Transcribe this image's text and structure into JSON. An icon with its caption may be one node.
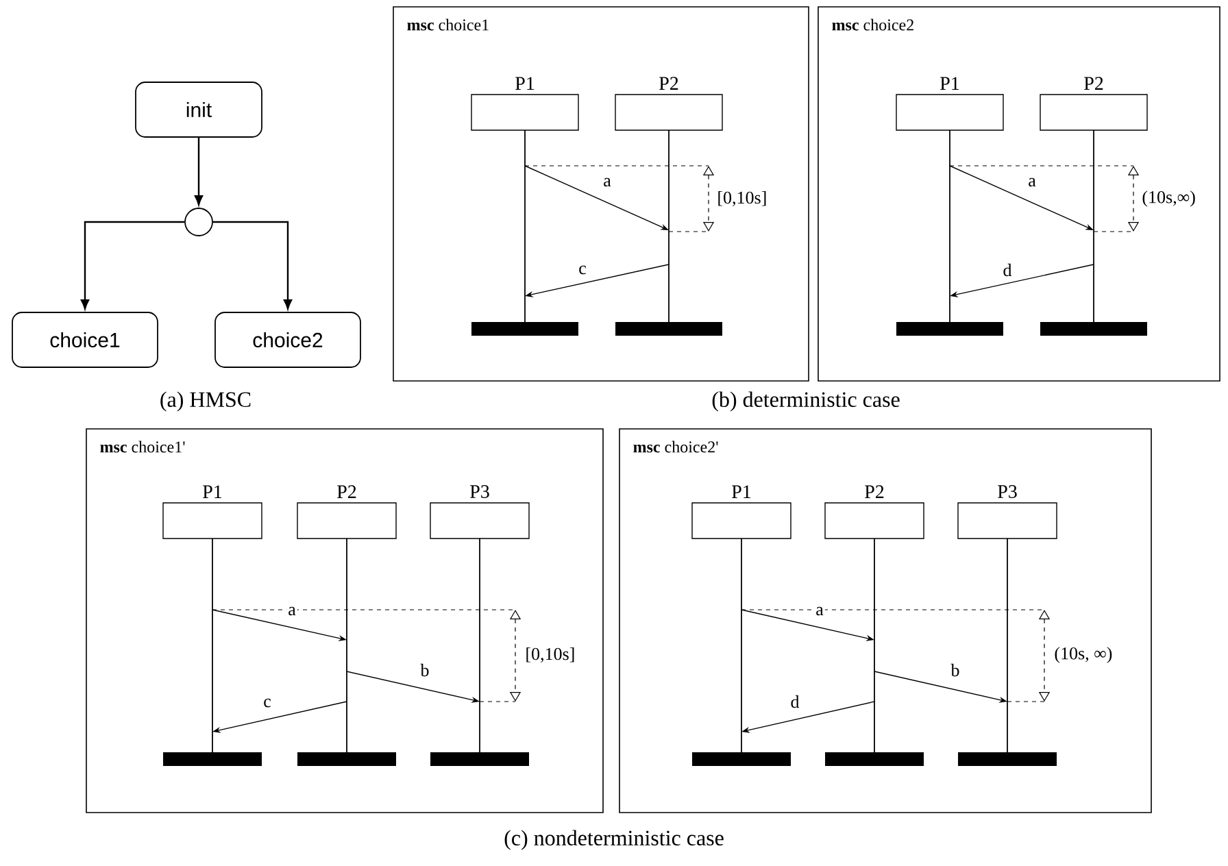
{
  "diagram": {
    "nodes": [
      {
        "text": [
          "init"
        ]
      },
      {
        "text": [],
        "shape": "circle"
      },
      {
        "text": [
          "choice1"
        ]
      },
      {
        "text": [
          "choice2"
        ]
      },
      {
        "text": [
          "**msc** choice1"
        ]
      },
      {
        "text": [
          "P1"
        ],
        "in": 4
      },
      {
        "text": [
          "P2"
        ],
        "in": 4
      },
      {
        "text": [],
        "shape": "line",
        "in": 4
      },
      {
        "text": [],
        "shape": "line",
        "in": 4
      },
      {
        "text": [],
        "shape": "bar",
        "in": 4
      },
      {
        "text": [],
        "shape": "bar",
        "in": 4
      },
      {
        "text": [
          "**msc** choice2"
        ]
      },
      {
        "text": [
          "P1"
        ],
        "in": 11
      },
      {
        "text": [
          "P2"
        ],
        "in": 11
      },
      {
        "text": [],
        "shape": "line",
        "in": 11
      },
      {
        "text": [],
        "shape": "line",
        "in": 11
      },
      {
        "text": [],
        "shape": "bar",
        "in": 11
      },
      {
        "text": [],
        "shape": "bar",
        "in": 11
      },
      {
        "text": [
          "**msc** choice1'"
        ]
      },
      {
        "text": [
          "P1"
        ],
        "in": 18
      },
      {
        "text": [
          "P2"
        ],
        "in": 18
      },
      {
        "text": [
          "P3"
        ],
        "in": 18
      },
      {
        "text": [],
        "shape": "line",
        "in": 18
      },
      {
        "text": [],
        "shape": "line",
        "in": 18
      },
      {
        "text": [],
        "shape": "line",
        "in": 18
      },
      {
        "text": [],
        "shape": "bar",
        "in": 18
      },
      {
        "text": [],
        "shape": "bar",
        "in": 18
      },
      {
        "text": [],
        "shape": "bar",
        "in": 18
      },
      {
        "text": [
          "**msc** choice2'"
        ]
      },
      {
        "text": [
          "P1"
        ],
        "in": 28
      },
      {
        "text": [
          "P2"
        ],
        "in": 28
      },
      {
        "text": [
          "P3"
        ],
        "in": 28
      },
      {
        "text": [],
        "shape": "line",
        "in": 28
      },
      {
        "text": [],
        "shape": "line",
        "in": 28
      },
      {
        "text": [],
        "shape": "line",
        "in": 28
      },
      {
        "text": [],
        "shape": "bar",
        "in": 28
      },
      {
        "text": [],
        "shape": "bar",
        "in": 28
      },
      {
        "text": [],
        "shape": "bar",
        "in": 28
      }
    ],
    "edges": [
      {
        "from": 0,
        "to": 1,
        "arrow": "to"
      },
      {
        "from": 1,
        "to": 2,
        "arrow": "to"
      },
      {
        "from": 1,
        "to": 3,
        "arrow": "to"
      },
      {
        "from": 7,
        "to": 8,
        "arrow": "to",
        "label": "a"
      },
      {
        "from": 8,
        "to": 7,
        "arrow": "to",
        "label": "c"
      },
      {
        "from": 14,
        "to": 15,
        "arrow": "to",
        "label": "a"
      },
      {
        "from": 15,
        "to": 14,
        "arrow": "to",
        "label": "d"
      },
      {
        "from": 22,
        "to": 23,
        "arrow": "to",
        "label": "a"
      },
      {
        "from": 23,
        "to": 24,
        "arrow": "to",
        "label": "b"
      },
      {
        "from": 23,
        "to": 22,
        "arrow": "to",
        "label": "c"
      },
      {
        "from": 32,
        "to": 33,
        "arrow": "to",
        "label": "a"
      },
      {
        "from": 33,
        "to": 34,
        "arrow": "to",
        "label": "b"
      },
      {
        "from": 33,
        "to": 32,
        "arrow": "to",
        "label": "d"
      }
    ],
    "labels": [
      "[0,10s]",
      "(a) HMSC",
      "(10s,∞)",
      "(b) deterministic case",
      "[0,10s]",
      "(10s, ∞)",
      "(c) nondeterministic case"
    ]
  }
}
